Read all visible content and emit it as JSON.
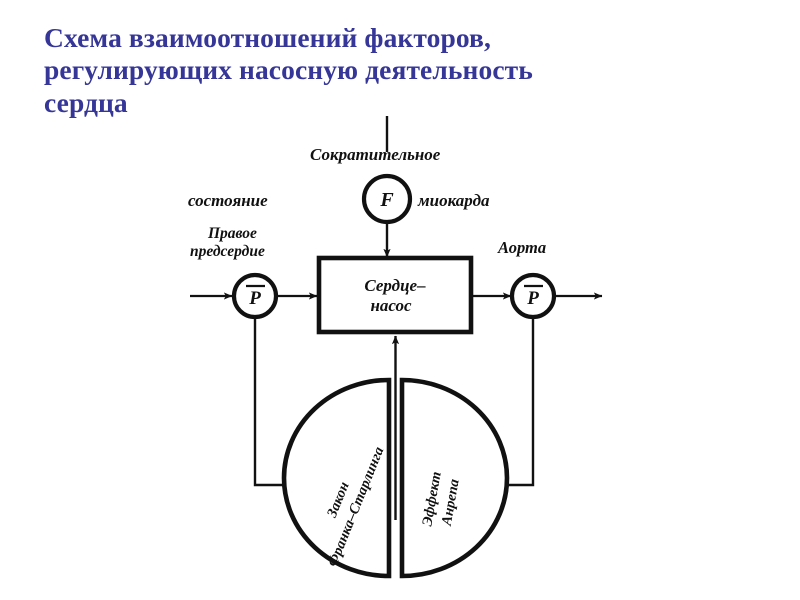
{
  "slide": {
    "background_color": "#ffffff",
    "title": "Схема взаимоотношений факторов,\nрегулирующих насосную деятельность\nсердца",
    "title_color": "#363698"
  },
  "diagram": {
    "name": "heart-pump-regulation-block-diagram",
    "stroke_color": "#111111",
    "labels": {
      "top_line1": "Сократительное",
      "top_left": "состояние",
      "top_right": "миокарда",
      "force_node": "F",
      "left_label_line1": "Правое",
      "left_label_line2": "предсердие",
      "left_node": "P",
      "center_box_line1": "Сердце–",
      "center_box_line2": "насос",
      "right_label": "Аорта",
      "right_node": "P",
      "bottom_left_line1": "Закон",
      "bottom_left_line2": "Франка–Старлинга",
      "bottom_right_line1": "Эффект",
      "bottom_right_line2": "Анрепа"
    },
    "nodes": [
      {
        "id": "force-circle",
        "label": "F",
        "shape": "circle"
      },
      {
        "id": "input-pressure-circle",
        "label": "P",
        "shape": "circle"
      },
      {
        "id": "heart-pump-box",
        "label": "Сердце–насос",
        "shape": "rectangle"
      },
      {
        "id": "output-pressure-circle",
        "label": "P",
        "shape": "circle"
      },
      {
        "id": "feedback-circle",
        "label": "Закон Франка–Старлинга / Эффект Анрепа",
        "shape": "split-circle"
      }
    ]
  }
}
